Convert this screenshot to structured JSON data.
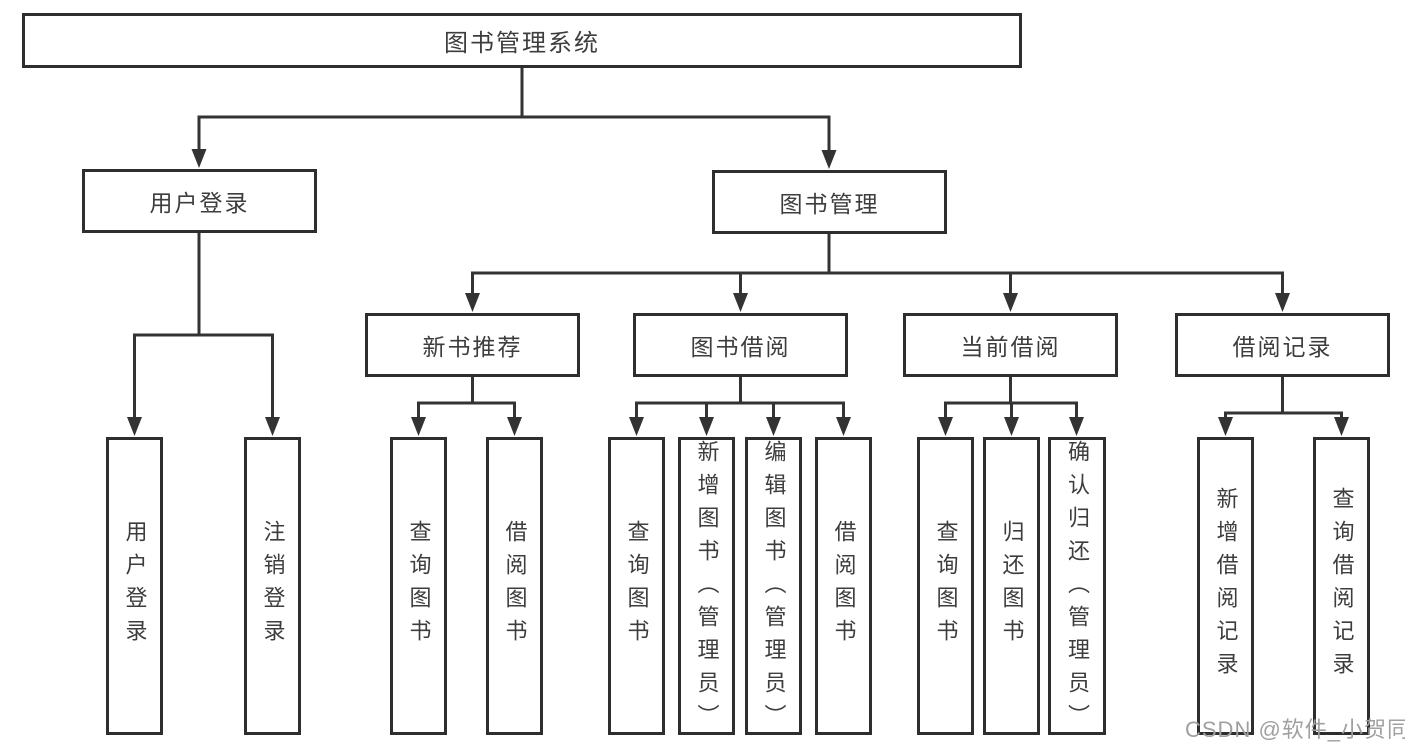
{
  "diagram": {
    "root_label": "图书管理系统",
    "level2": [
      {
        "label": "用户登录",
        "children": [
          {
            "label": "用户登录"
          },
          {
            "label": "注销登录"
          }
        ]
      },
      {
        "label": "图书管理",
        "children": [
          {
            "label": "新书推荐",
            "children": [
              {
                "label": "查询图书"
              },
              {
                "label": "借阅图书"
              }
            ]
          },
          {
            "label": "图书借阅",
            "children": [
              {
                "label": "查询图书"
              },
              {
                "label": "新增图书（管理员）"
              },
              {
                "label": "编辑图书（管理员）"
              },
              {
                "label": "借阅图书"
              }
            ]
          },
          {
            "label": "当前借阅",
            "children": [
              {
                "label": "查询图书"
              },
              {
                "label": "归还图书"
              },
              {
                "label": "确认归还（管理员）"
              }
            ]
          },
          {
            "label": "借阅记录",
            "children": [
              {
                "label": "新增借阅记录"
              },
              {
                "label": "查询借阅记录"
              }
            ]
          }
        ]
      }
    ]
  },
  "watermark": {
    "text": "CSDN @软件_小贺同学"
  },
  "colors": {
    "line": "#333333",
    "box_border": "#2e2e2e",
    "text": "#3d3d3d",
    "watermark": "#a0a0a0",
    "background": "#ffffff"
  }
}
